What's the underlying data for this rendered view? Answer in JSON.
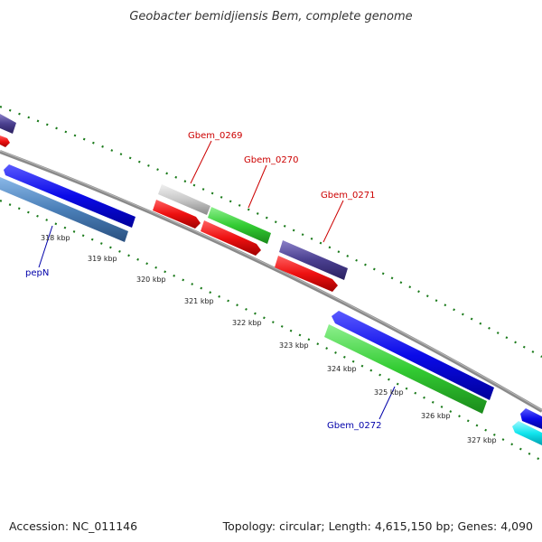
{
  "header": {
    "title": "Geobacter bemidjiensis Bem, complete genome"
  },
  "footer": {
    "accession": "Accession: NC_011146",
    "topology": "Topology: circular; Length: 4,615,150 bp; Genes: 4,090"
  },
  "ticks": [
    "318 kbp",
    "319 kbp",
    "320 kbp",
    "321 kbp",
    "322 kbp",
    "323 kbp",
    "324 kbp",
    "325 kbp",
    "326 kbp",
    "327 kbp"
  ],
  "gene_labels": {
    "gbem_0269": "Gbem_0269",
    "gbem_0270": "Gbem_0270",
    "gbem_0271": "Gbem_0271",
    "peph": "pepN",
    "gbem_0272": "Gbem_0272"
  },
  "colors": {
    "red": "#ee1111",
    "blue": "#0a0ae8",
    "green": "#33cc33",
    "navy": "#4a3f8f",
    "steel": "#4a7fb8",
    "gray": "#c8c8c8",
    "cyan": "#11e6ee",
    "backbone": "#8a8a8a",
    "dots": "#1a7a1a",
    "label_red": "#cc0000",
    "label_blue": "#0000aa"
  }
}
